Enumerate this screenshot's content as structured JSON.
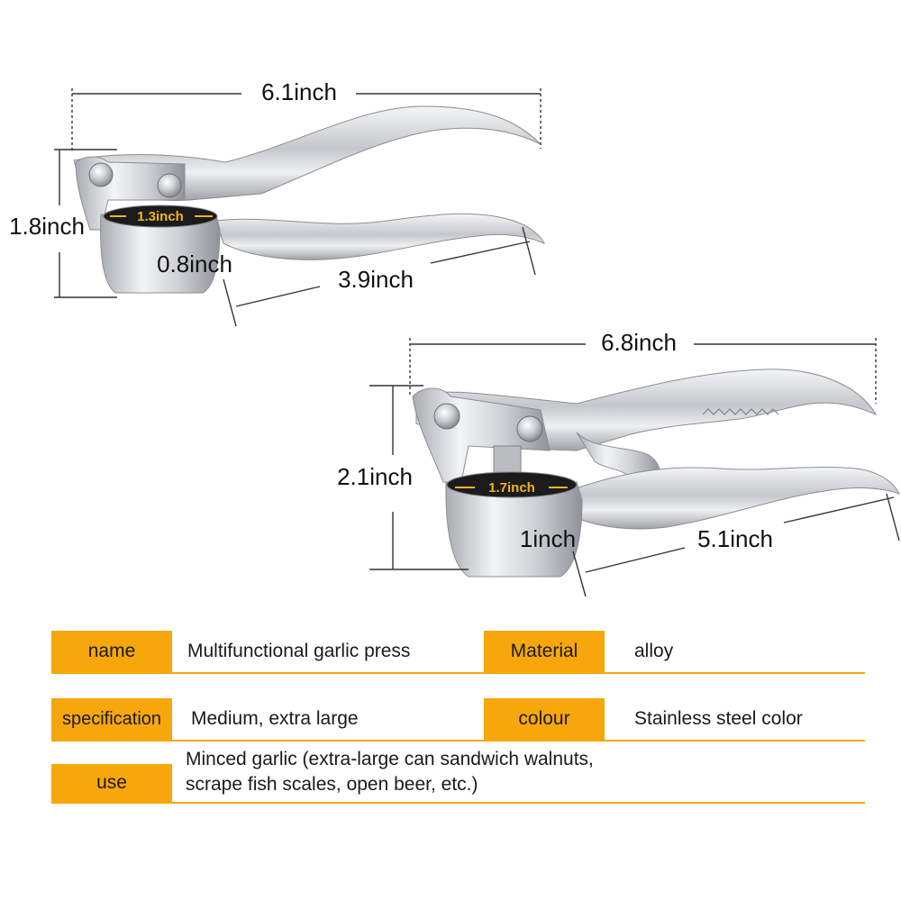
{
  "small_press": {
    "length": "6.1inch",
    "height": "1.8inch",
    "cup_diameter": "1.3inch",
    "cup_depth": "0.8inch",
    "handle_length": "3.9inch"
  },
  "large_press": {
    "length": "6.8inch",
    "height": "2.1inch",
    "cup_diameter": "1.7inch",
    "cup_depth": "1inch",
    "handle_length": "5.1inch"
  },
  "specs": {
    "name_key": "name",
    "name_value": "Multifunctional garlic press",
    "material_key": "Material",
    "material_value": "alloy",
    "specification_key": "specification",
    "specification_value": "Medium, extra large",
    "colour_key": "colour",
    "colour_value": "Stainless steel color",
    "use_key": "use",
    "use_value_line1": "Minced garlic (extra-large can sandwich walnuts,",
    "use_value_line2": "scrape fish scales, open beer, etc.)"
  },
  "colors": {
    "accent": "#f7a70b",
    "cup_label": "#f2b519",
    "metal": "#c9ccd1"
  }
}
